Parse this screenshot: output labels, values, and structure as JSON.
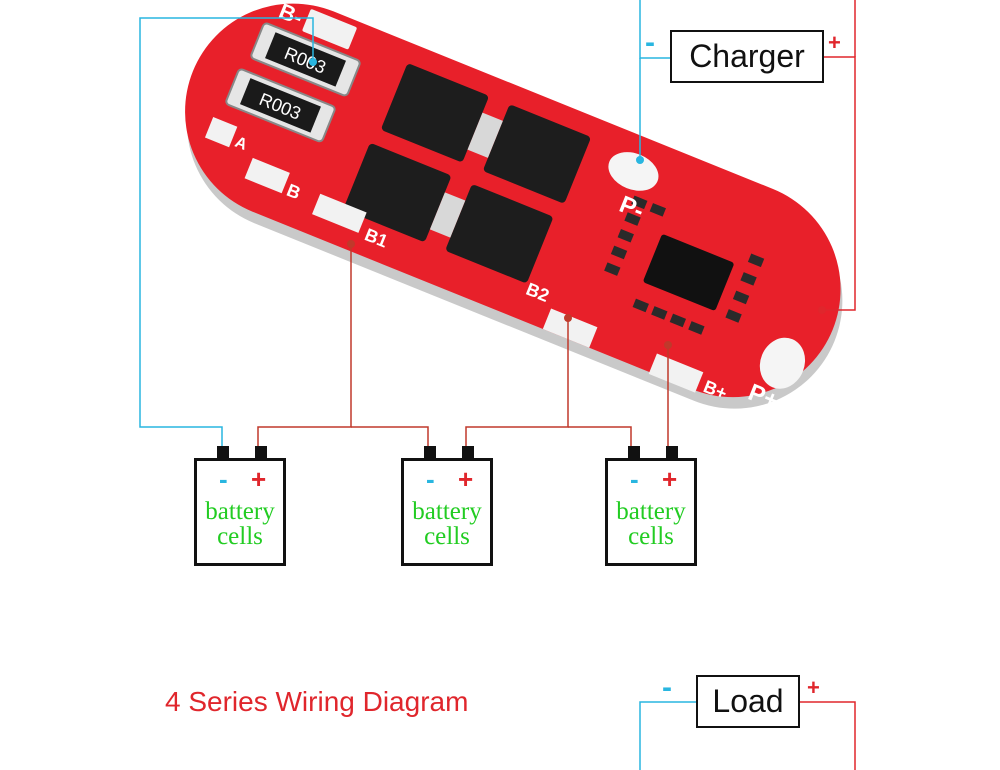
{
  "diagram": {
    "title": "4 Series Wiring Diagram",
    "charger": {
      "label": "Charger",
      "neg": "-",
      "pos": "+"
    },
    "load": {
      "label": "Load",
      "neg": "-",
      "pos": "+"
    },
    "cells": [
      {
        "neg": "-",
        "pos": "+",
        "line1": "battery",
        "line2": "cells"
      },
      {
        "neg": "-",
        "pos": "+",
        "line1": "battery",
        "line2": "cells"
      },
      {
        "neg": "-",
        "pos": "+",
        "line1": "battery",
        "line2": "cells"
      }
    ],
    "board_pads": {
      "b_minus": "B-",
      "a": "A",
      "b": "B",
      "b1": "B1",
      "b2": "B2",
      "b_plus": "B+",
      "p_minus": "P-",
      "p_plus": "P+"
    },
    "resistors": [
      "R003",
      "R003"
    ],
    "colors": {
      "board": "#e8202a",
      "negative_wire": "#29b6e0",
      "positive_wire": "#e0262c",
      "cell_text": "#22cc22",
      "title": "#e0262c"
    }
  }
}
